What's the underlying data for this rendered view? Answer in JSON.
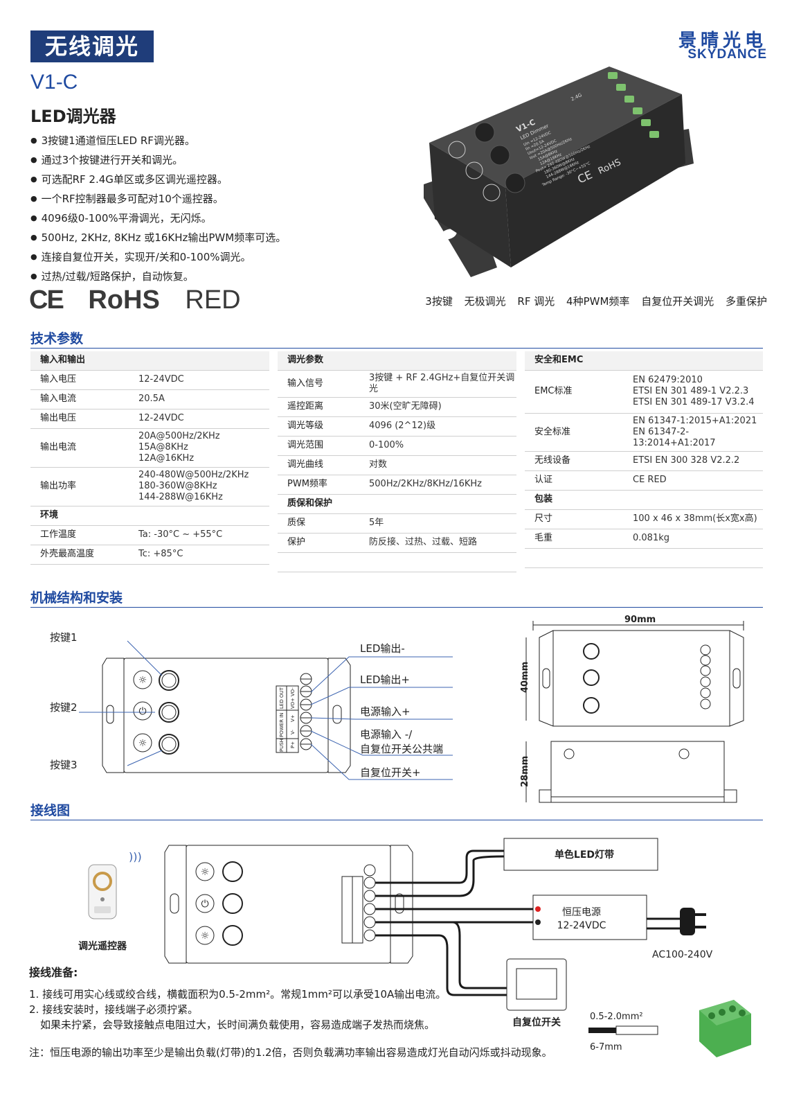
{
  "header": {
    "title": "无线调光",
    "brand_cn": "景晴光电",
    "brand_en": "SKYDANCE",
    "model": "V1-C",
    "subtitle": "LED调光器"
  },
  "features": [
    "3按键1通道恒压LED RF调光器。",
    "通过3个按键进行开关和调光。",
    "可选配RF 2.4G单区或多区调光遥控器。",
    "一个RF控制器最多可配对10个遥控器。",
    "4096级0-100%平滑调光，无闪烁。",
    "500Hz, 2KHz, 8KHz 或16KHz输出PWM频率可选。",
    "连接自复位开关，实现开/关和0-100%调光。",
    "过热/过载/短路保护，自动恢复。"
  ],
  "certs": {
    "ce": "CE",
    "rohs": "RoHS",
    "red": "RED"
  },
  "tags": [
    "3按键",
    "无极调光",
    "RF 调光",
    "4种PWM频率",
    "自复位开关调光",
    "多重保护"
  ],
  "product_label": {
    "name": "V1-C",
    "desc": "LED Dimmer",
    "band": "2.4G",
    "lines": [
      "Uin =12-24VDC",
      "Iin =20.5A",
      "Uout=12-24VDC",
      "Iout =20A@500Hz/2KHz",
      "15A@8KHz",
      "12A@16KHz",
      "Pout= 240-480W@500Hz/2KHz",
      "180-360W@8KHz",
      "144-288W@16KHz",
      "Temp Range: -30°C~+55°C"
    ],
    "rohs": "RoHS"
  },
  "sections": {
    "spec": "技术参数",
    "mech": "机械结构和安装",
    "wiring": "接线图"
  },
  "spec_col1": {
    "io_head": "输入和输出",
    "rows": [
      {
        "k": "输入电压",
        "v": [
          "12-24VDC"
        ]
      },
      {
        "k": "输入电流",
        "v": [
          "20.5A"
        ]
      },
      {
        "k": "输出电压",
        "v": [
          "12-24VDC"
        ]
      },
      {
        "k": "输出电流",
        "v": [
          "20A@500Hz/2KHz",
          "15A@8KHz",
          "12A@16KHz"
        ]
      },
      {
        "k": "输出功率",
        "v": [
          "240-480W@500Hz/2KHz",
          "180-360W@8KHz",
          "144-288W@16KHz"
        ]
      }
    ],
    "env_head": "环境",
    "env_rows": [
      {
        "k": "工作温度",
        "v": [
          "Ta: -30°C ~ +55°C"
        ]
      },
      {
        "k": "外壳最高温度",
        "v": [
          "Tc: +85°C"
        ]
      }
    ]
  },
  "spec_col2": {
    "dim_head": "调光参数",
    "rows": [
      {
        "k": "输入信号",
        "v": [
          "3按键 + RF 2.4GHz+自复位开关调光"
        ]
      },
      {
        "k": "遥控距离",
        "v": [
          "30米(空旷无障碍)"
        ]
      },
      {
        "k": "调光等级",
        "v": [
          "4096 (2^12)级"
        ]
      },
      {
        "k": "调光范围",
        "v": [
          "0-100%"
        ]
      },
      {
        "k": "调光曲线",
        "v": [
          "对数"
        ]
      },
      {
        "k": "PWM频率",
        "v": [
          "500Hz/2KHz/8KHz/16KHz"
        ]
      }
    ],
    "war_head": "质保和保护",
    "war_rows": [
      {
        "k": "质保",
        "v": [
          "5年"
        ]
      },
      {
        "k": "保护",
        "v": [
          "防反接、过热、过载、短路"
        ]
      }
    ]
  },
  "spec_col3": {
    "emc_head": "安全和EMC",
    "rows": [
      {
        "k": "EMC标准",
        "v": [
          "EN 62479:2010",
          "ETSI EN 301 489-1 V2.2.3",
          "ETSI EN 301 489-17 V3.2.4"
        ]
      },
      {
        "k": "安全标准",
        "v": [
          "EN 61347-1:2015+A1:2021",
          "EN 61347-2-13:2014+A1:2017"
        ]
      },
      {
        "k": "无线设备",
        "v": [
          "ETSI EN 300 328 V2.2.2"
        ]
      },
      {
        "k": "认证",
        "v": [
          "CE RED"
        ]
      }
    ],
    "pkg_head": "包装",
    "pkg_rows": [
      {
        "k": "尺寸",
        "v": [
          "100 x 46 x 38mm(长x宽x高)"
        ]
      },
      {
        "k": "毛重",
        "v": [
          "0.081kg"
        ]
      }
    ]
  },
  "mech": {
    "key1": "按键1",
    "key2": "按键2",
    "key3": "按键3",
    "led_minus": "LED输出-",
    "led_plus": "LED输出+",
    "pwr_plus": "电源输入+",
    "pwr_minus_1": "电源输入 -/",
    "pwr_minus_2": "自复位开关公共端",
    "push_plus": "自复位开关+",
    "term_led_out": "LED OUT",
    "term_power_in": "POWER IN",
    "term_push": "PUSH",
    "t_vo_minus": "VO-",
    "t_vo_plus": "VO+",
    "t_v_plus": "V+",
    "t_v_minus": "V-",
    "t_p_plus": "P+",
    "dim_width": "90mm",
    "dim_height": "40mm",
    "dim_depth": "28mm"
  },
  "wiring": {
    "remote": "调光遥控器",
    "led_strip": "单色LED灯带",
    "psu_name": "恒压电源",
    "psu_volt": "12-24VDC",
    "ac": "AC100-240V",
    "push_switch": "自复位开关",
    "wire_size": "0.5-2.0mm²",
    "strip_len": "6-7mm"
  },
  "notes": {
    "title": "接线准备:",
    "n1": "1. 接线可用实心线或绞合线，横截面积为0.5-2mm²。常规1mm²可以承受10A输出电流。",
    "n2": "2. 接线安装时，接线端子必须拧紧。",
    "n3": "如果未拧紧，会导致接触点电阻过大，长时间满负载使用，容易造成端子发热而烧焦。",
    "n4": "注：恒压电源的输出功率至少是输出负载(灯带)的1.2倍，否则负载满功率输出容易造成灯光自动闪烁或抖动现象。"
  },
  "colors": {
    "brand_blue": "#1f4aa0",
    "title_bg": "#1f3d7a",
    "terminal_green": "#4caf50"
  }
}
